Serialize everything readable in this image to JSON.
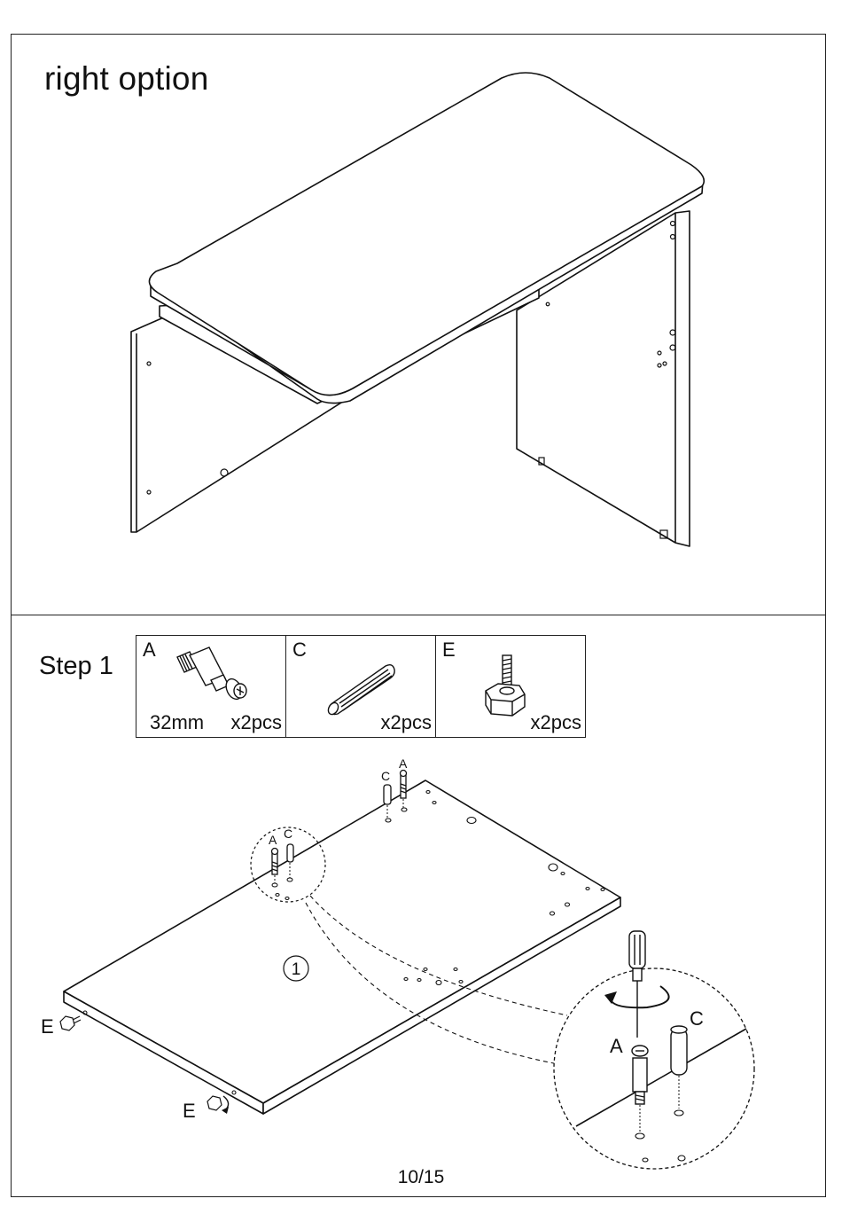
{
  "page": {
    "title": "right option",
    "page_number": "10/15"
  },
  "step": {
    "label": "Step 1",
    "parts": [
      {
        "letter": "A",
        "length": "32mm",
        "qty": "x2pcs",
        "icon": "cam-bolt-icon"
      },
      {
        "letter": "C",
        "length": "",
        "qty": "x2pcs",
        "icon": "wood-dowel-icon"
      },
      {
        "letter": "E",
        "length": "",
        "qty": "x2pcs",
        "icon": "leveling-foot-icon"
      }
    ]
  },
  "diagram": {
    "panel_number": "1",
    "labels": {
      "a_top": "A",
      "c_top": "C",
      "a_circle": "A",
      "c_circle": "C",
      "a_zoom": "A",
      "c_zoom": "C",
      "e_left": "E",
      "e_bottom": "E"
    }
  }
}
